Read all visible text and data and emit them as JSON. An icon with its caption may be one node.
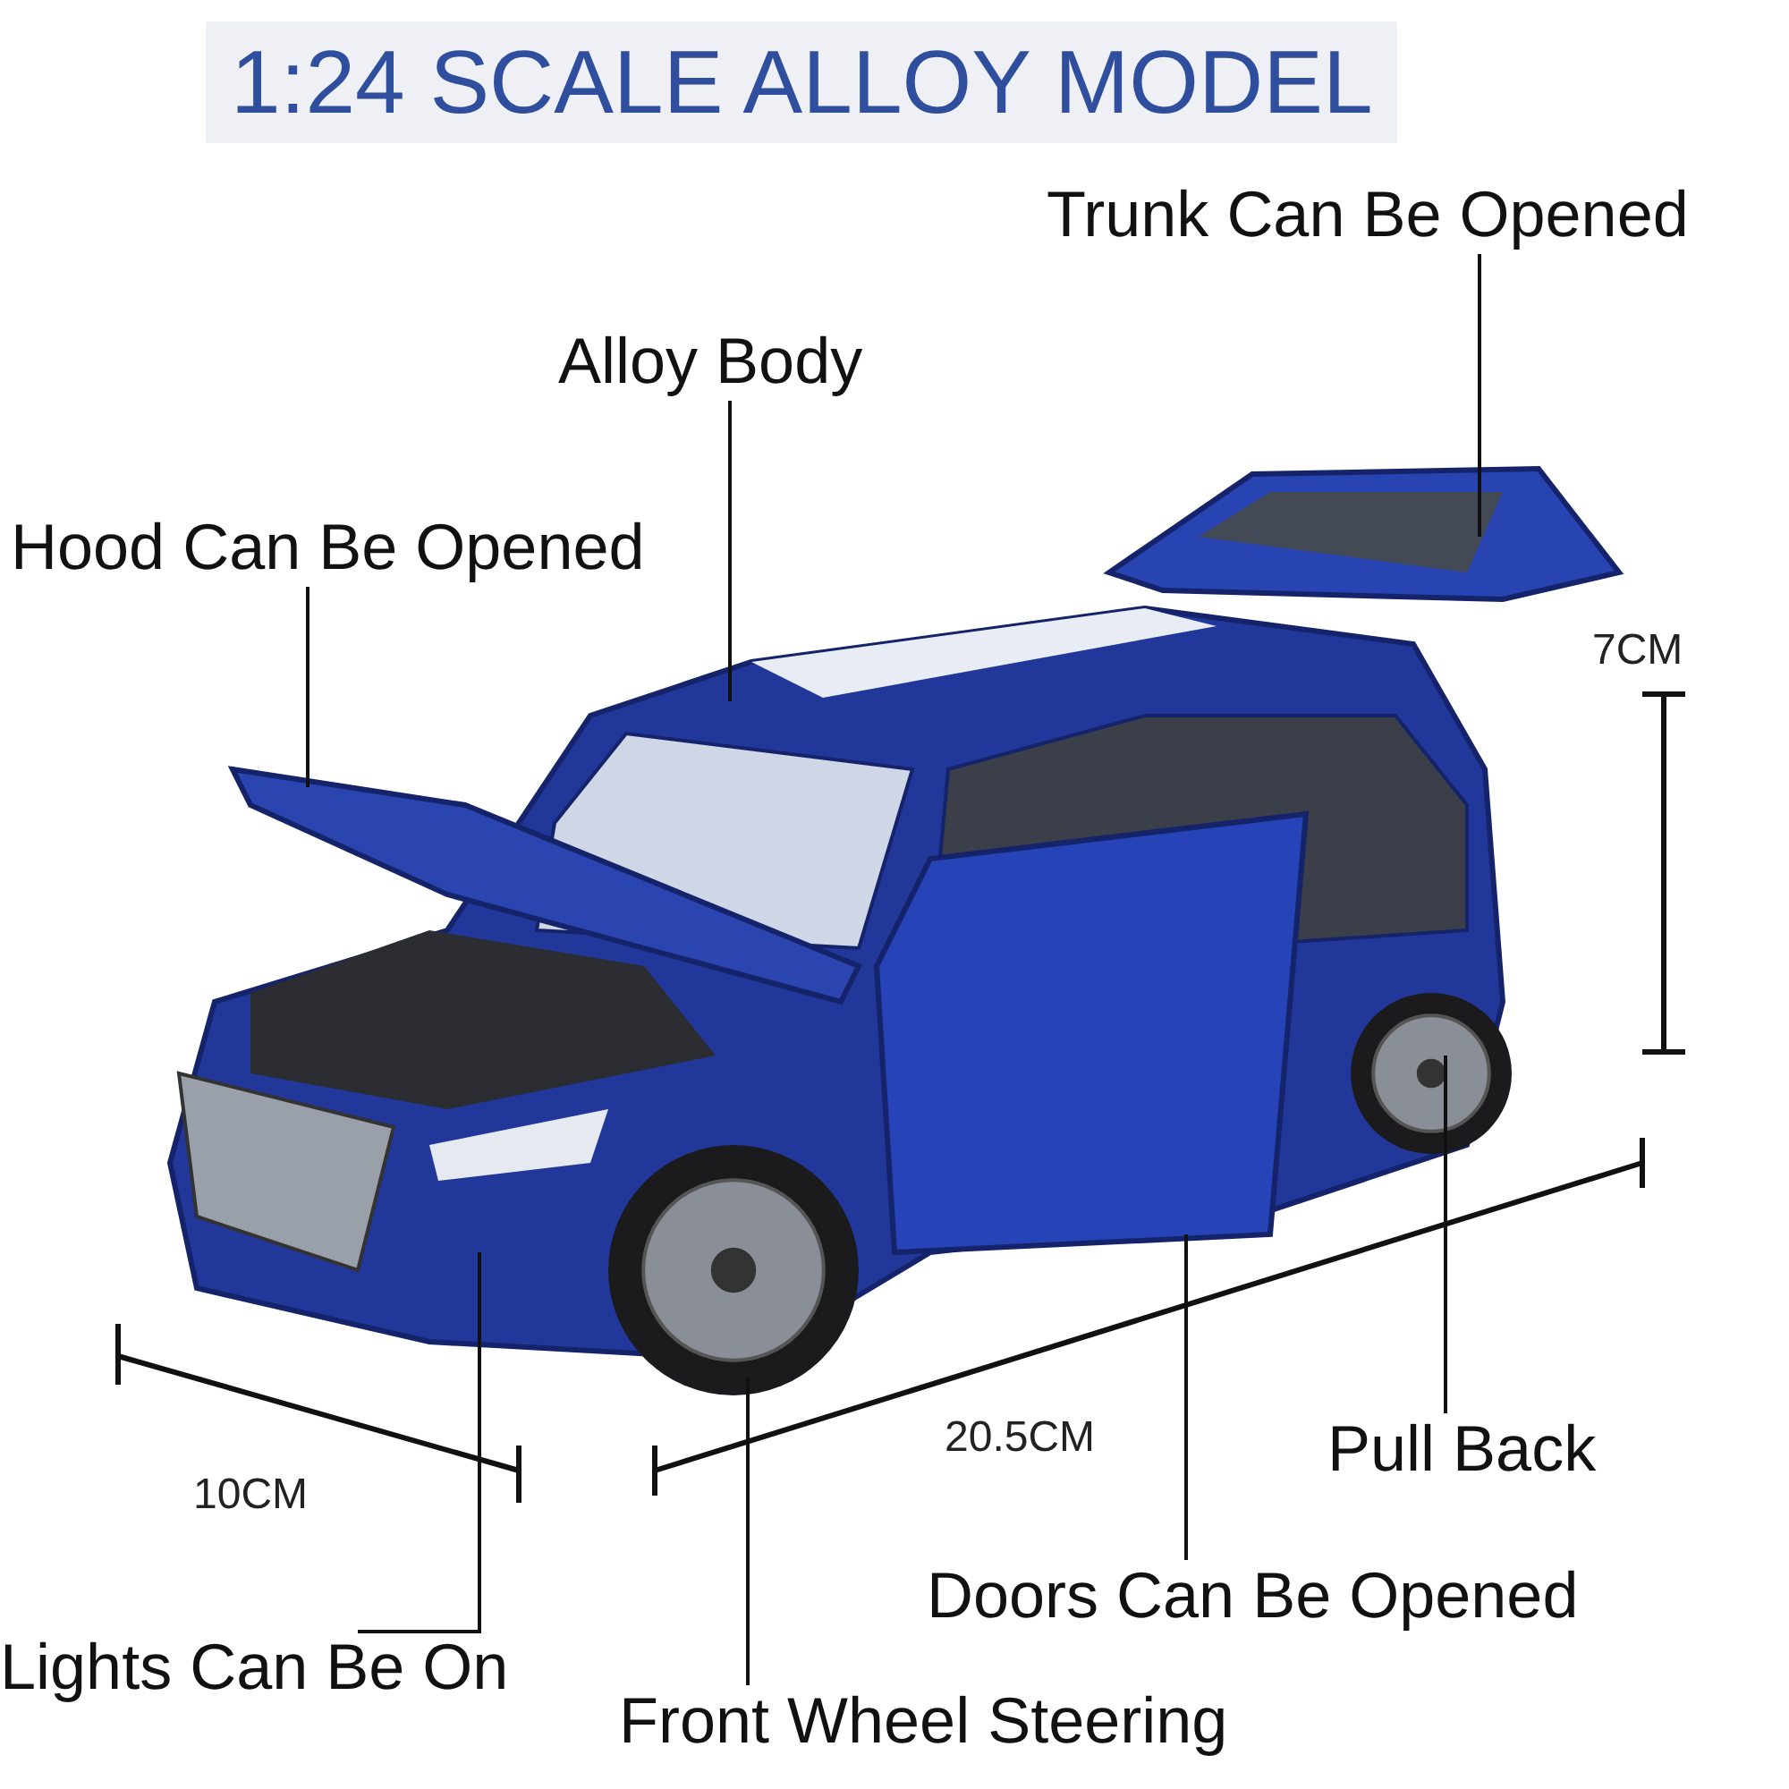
{
  "diagram": {
    "title": "1:24 SCALE ALLOY MODEL",
    "nodes": [
      {
        "text": [
          "Trunk Can Be Opened"
        ]
      },
      {
        "text": [
          "Alloy Body"
        ]
      },
      {
        "text": [
          "Hood Can Be Opened"
        ]
      },
      {
        "text": [
          "Pull Back"
        ]
      },
      {
        "text": [
          "Doors Can Be Opened"
        ]
      },
      {
        "text": [
          "Lights Can Be On"
        ]
      },
      {
        "text": [
          "Front Wheel Steering"
        ]
      }
    ],
    "edges": [
      {
        "from": 0,
        "to": null,
        "arrow": "none"
      },
      {
        "from": 1,
        "to": null,
        "arrow": "none"
      },
      {
        "from": 2,
        "to": null,
        "arrow": "none"
      },
      {
        "from": 3,
        "to": null,
        "arrow": "none"
      },
      {
        "from": 4,
        "to": null,
        "arrow": "none"
      },
      {
        "from": 5,
        "to": null,
        "arrow": "none"
      },
      {
        "from": 6,
        "to": null,
        "arrow": "none"
      }
    ],
    "labels": [
      "7CM",
      "20.5CM",
      "10CM"
    ]
  }
}
